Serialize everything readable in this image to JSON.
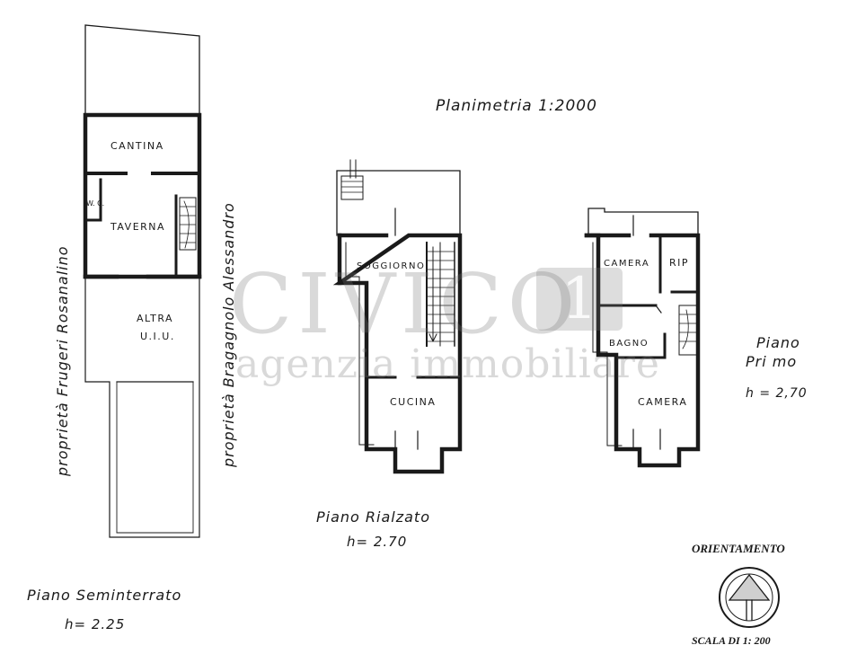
{
  "title": "Planimetria 1:2000",
  "floors": {
    "seminterrato": {
      "label": "Piano  Seminterrato",
      "height": "h= 2.25"
    },
    "rialzato": {
      "label": "Piano   Rialzato",
      "height": "h= 2.70"
    },
    "primo": {
      "label_line1": "Piano",
      "label_line2": "Pri mo",
      "height": "h = 2,70"
    }
  },
  "rooms": {
    "cantina": "CANTINA",
    "wc": "W. C.",
    "taverna": "TAVERNA",
    "altra": "ALTRA",
    "uiu": "U.I.U.",
    "soggiorno": "SOGGIORNO",
    "cucina": "CUCINA",
    "camera1": "CAMERA",
    "rip": "RIP",
    "bagno": "BAGNO",
    "camera2": "CAMERA"
  },
  "neighbors": {
    "left": "proprietà Frugeri Rosanalino",
    "right": "proprietà Bragagnolo Alessandro"
  },
  "watermark": {
    "brand": "CIVICO",
    "number": "1",
    "tagline": "agenzia immobiliare"
  },
  "orientation": {
    "title": "ORIENTAMENTO",
    "scale": "SCALA DI 1: 200"
  }
}
